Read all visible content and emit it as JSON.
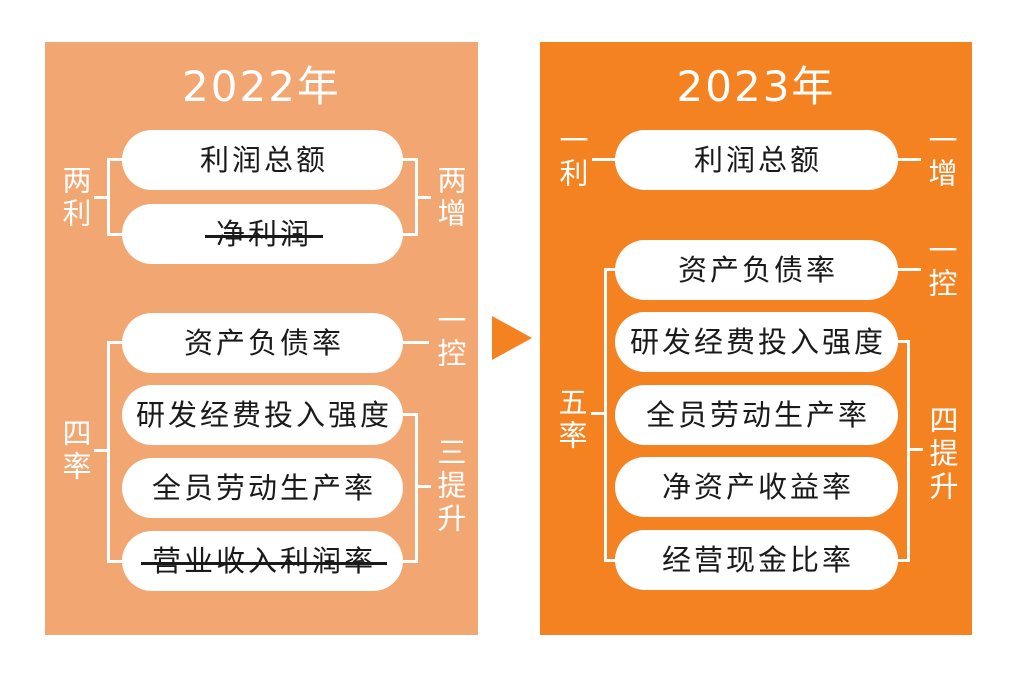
{
  "panels": {
    "left": {
      "title": "2022年",
      "bg_color": "#F2A671",
      "pills": [
        {
          "label": "利润总额",
          "strikethrough": false
        },
        {
          "label": "净利润",
          "strikethrough": true
        },
        {
          "label": "资产负债率",
          "strikethrough": false
        },
        {
          "label": "研发经费投入强度",
          "strikethrough": false
        },
        {
          "label": "全员劳动生产率",
          "strikethrough": false
        },
        {
          "label": "营业收入利润率",
          "strikethrough": true
        }
      ],
      "labels": {
        "two_profits": "两利",
        "two_increases": "两增",
        "one_control": "一控",
        "four_ratios": "四率",
        "three_improvements": "三提升"
      }
    },
    "right": {
      "title": "2023年",
      "bg_color": "#F58220",
      "pills": [
        {
          "label": "利润总额",
          "strikethrough": false
        },
        {
          "label": "资产负债率",
          "strikethrough": false
        },
        {
          "label": "研发经费投入强度",
          "strikethrough": false
        },
        {
          "label": "全员劳动生产率",
          "strikethrough": false
        },
        {
          "label": "净资产收益率",
          "strikethrough": false
        },
        {
          "label": "经营现金比率",
          "strikethrough": false
        }
      ],
      "labels": {
        "one_profit": "一利",
        "one_increase": "一增",
        "one_control": "一控",
        "five_ratios": "五率",
        "four_improvements": "四提升"
      }
    }
  },
  "arrow": {
    "direction": "right",
    "color": "#F58220"
  }
}
